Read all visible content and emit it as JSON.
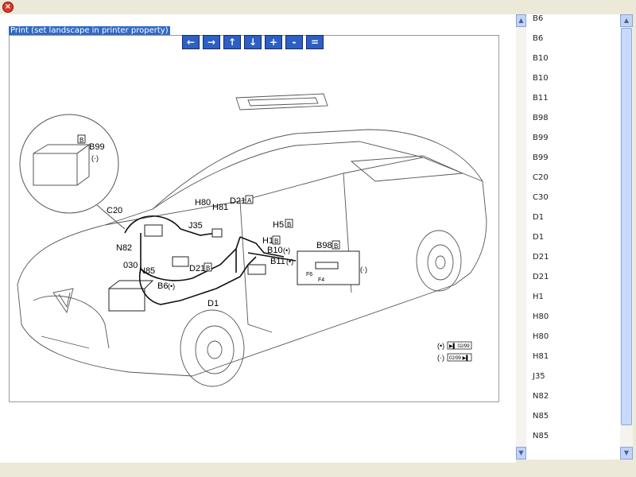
{
  "window": {
    "close_label": "×"
  },
  "print_link": "Print (set landscape in printer property)",
  "toolbar": [
    {
      "name": "pan-left-button",
      "icon": "arrow-left-icon",
      "glyph": "←"
    },
    {
      "name": "pan-right-button",
      "icon": "arrow-right-icon",
      "glyph": "→"
    },
    {
      "name": "pan-up-button",
      "icon": "arrow-up-icon",
      "glyph": "↑"
    },
    {
      "name": "pan-down-button",
      "icon": "arrow-down-icon",
      "glyph": "↓"
    },
    {
      "name": "zoom-in-button",
      "icon": "plus-icon",
      "glyph": "+"
    },
    {
      "name": "zoom-out-button",
      "icon": "minus-icon",
      "glyph": "-"
    },
    {
      "name": "fit-button",
      "icon": "equals-icon",
      "glyph": "="
    }
  ],
  "diagram": {
    "labels": {
      "b99_box": "B",
      "b99": "B99",
      "b99_sub": "(·)",
      "c20": "C20",
      "n82": "N82",
      "j35": "J35",
      "o30": "030",
      "n85": "N85",
      "h80": "H80",
      "h81": "H81",
      "d21_top": "D21",
      "d21_top_box": "A",
      "h5": "H5",
      "h5_box": "B",
      "h1": "H1",
      "h1_box": "B",
      "b10": "B10",
      "b10_mark": "(•)",
      "b11": "B11",
      "b11_mark": "(•)",
      "b98": "B98",
      "b98_box": "B",
      "b98_sub": "(·)",
      "f6": "F6",
      "f4": "F4",
      "d21_bottom": "D21",
      "d21_bottom_box": "B",
      "b6": "B6",
      "b6_mark": "(•)",
      "d1": "D1"
    },
    "legend": [
      {
        "mark": "(•)",
        "badge": "▶▌ 02/99"
      },
      {
        "mark": "(·)",
        "badge": "02/99 ▶▌"
      }
    ]
  },
  "parts": [
    "B6",
    "B6",
    "B10",
    "B10",
    "B11",
    "B98",
    "B99",
    "B99",
    "C20",
    "C30",
    "D1",
    "D1",
    "D21",
    "D21",
    "H1",
    "H80",
    "H80",
    "H81",
    "J35",
    "N82",
    "N85",
    "N85"
  ],
  "scrollbar": {
    "up": "▲",
    "down": "▼"
  }
}
